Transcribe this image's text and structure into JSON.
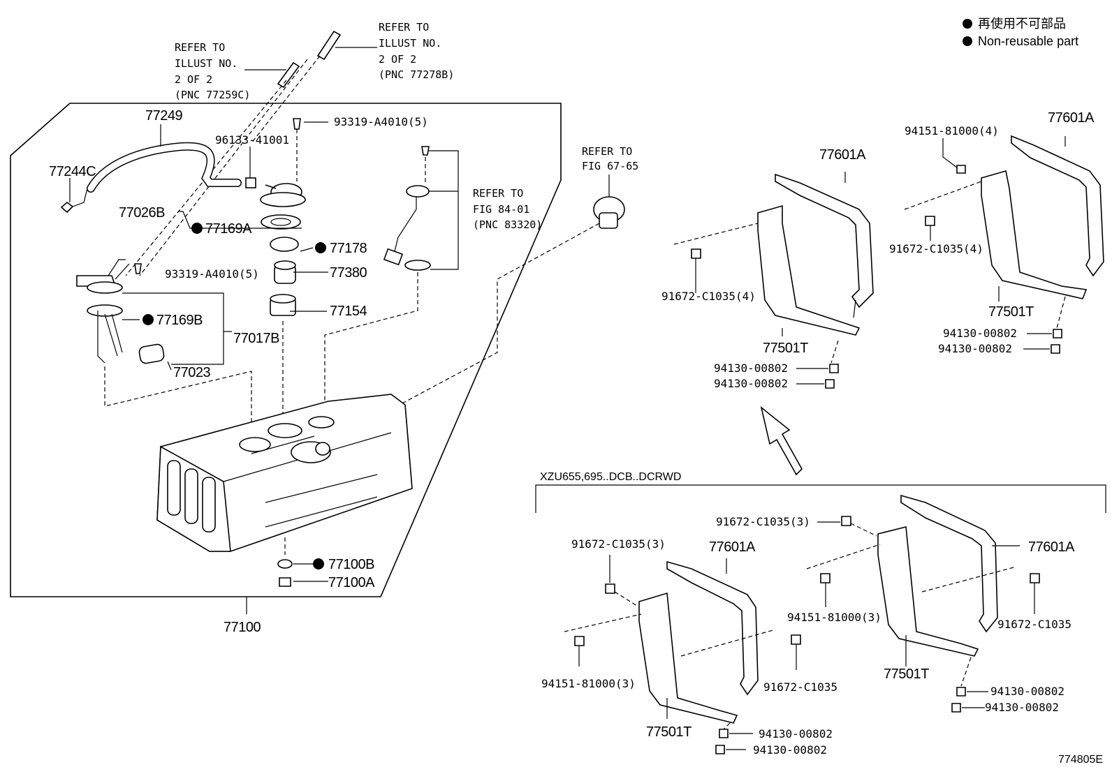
{
  "legend": {
    "item_jp": "再使用不可部品",
    "item_en": "Non-reusable part"
  },
  "refs": {
    "ref1": [
      "REFER TO",
      "ILLUST NO.",
      "2 OF 2",
      "(PNC 77259C)"
    ],
    "ref2": [
      "REFER TO",
      "ILLUST NO.",
      "2 OF 2",
      "(PNC 77278B)"
    ],
    "ref3": [
      "REFER TO",
      "FIG 67-65"
    ],
    "ref4": [
      "REFER TO",
      "FIG 84-01",
      "(PNC 83320)"
    ]
  },
  "labels": {
    "p77249": "77249",
    "p77244C": "77244C",
    "p96133": "96133-41001",
    "p93319a": "93319-A4010(5)",
    "p77026B": "77026B",
    "p77169A": "77169A",
    "p77178": "77178",
    "p77380": "77380",
    "p93319b": "93319-A4010(5)",
    "p77169B": "77169B",
    "p77154": "77154",
    "p77017B": "77017B",
    "p77023": "77023",
    "p77100B": "77100B",
    "p77100A": "77100A",
    "p77100": "77100",
    "r_77601A_1": "77601A",
    "r_91672_1": "91672-C1035(4)",
    "r_77501T_1": "77501T",
    "r_94130_1a": "94130-00802",
    "r_94130_1b": "94130-00802",
    "r_94151_2": "94151-81000(4)",
    "r_77601A_2": "77601A",
    "r_91672_2": "91672-C1035(4)",
    "r_77501T_2": "77501T",
    "r_94130_2a": "94130-00802",
    "r_94130_2b": "94130-00802",
    "variant": "XZU655,695..DCB..DCRWD",
    "b_91672_1": "91672-C1035(3)",
    "b_77601A_1": "77601A",
    "b_94151_1": "94151-81000(3)",
    "b_91672_1b": "91672-C1035",
    "b_77501T_1": "77501T",
    "b_94130_1a": "94130-00802",
    "b_94130_1b": "94130-00802",
    "b_91672_2": "91672-C1035(3)",
    "b_94151_2": "94151-81000(3)",
    "b_77601A_2": "77601A",
    "b_91672_2b": "91672-C1035",
    "b_77501T_2": "77501T",
    "b_94130_2a": "94130-00802",
    "b_94130_2b": "94130-00802",
    "illust_no": "774805E"
  }
}
